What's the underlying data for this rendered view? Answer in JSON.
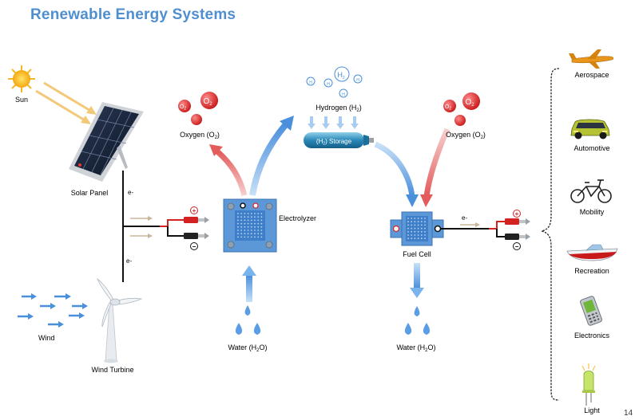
{
  "title": "Renewable Energy Systems",
  "labels": {
    "sun": "Sun",
    "solar_panel": "Solar Panel",
    "wind": "Wind",
    "wind_turbine": "Wind Turbine",
    "electron_top": "e-",
    "electron_bottom": "e-",
    "electron_right": "e-",
    "electrolyzer": "Electrolyzer",
    "fuel_cell": "Fuel Cell",
    "oxygen": "Oxygen (O",
    "oxygen_sub": "2",
    "hydrogen": "Hydrogen (H",
    "hydrogen_sub": "2",
    "storage": "(H",
    "storage_sub": "2",
    "storage_tail": ") Storage",
    "water": "Water (H",
    "water_sub": "2",
    "water_tail": "O)",
    "close_paren": ")"
  },
  "molecules": {
    "o2_big": "O",
    "o2_big_sub": "2",
    "o2_small": "O",
    "o2_small_sub": "2",
    "h2_big": "H",
    "h2_big_sub": "2",
    "h_small": "H"
  },
  "terminals": {
    "plus": "+",
    "minus": "−"
  },
  "applications": [
    "Aerospace",
    "Automotive",
    "Mobility",
    "Recreation",
    "Electronics",
    "Light"
  ],
  "page_number": "14",
  "colors": {
    "title": "#4f8fd0",
    "hydrogen_arrow": "#5a9ee0",
    "oxygen_arrow": "#e06060",
    "water_arrow": "#6aaae8",
    "device_blue": "#5c98d8",
    "red_wire": "#d22222",
    "sun": "#f5b820"
  }
}
